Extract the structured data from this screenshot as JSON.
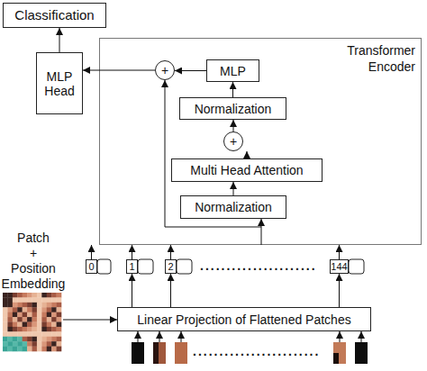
{
  "diagram": {
    "nodes": [
      {
        "text": [
          "Classification"
        ]
      },
      {
        "text": [
          "MLP Head"
        ]
      },
      {
        "text": [
          "Transformer Encoder"
        ]
      },
      {
        "text": [
          "+"
        ],
        "in": 2
      },
      {
        "text": [
          "MLP"
        ],
        "in": 2
      },
      {
        "text": [
          "Normalization"
        ],
        "in": 2
      },
      {
        "text": [
          "+"
        ],
        "in": 2
      },
      {
        "text": [
          "Multi Head Attention"
        ],
        "in": 2
      },
      {
        "text": [
          "Normalization"
        ],
        "in": 2
      },
      {
        "text": [
          "0"
        ]
      },
      {
        "text": [
          "1"
        ]
      },
      {
        "text": [
          "2"
        ]
      },
      {
        "text": [
          "144"
        ]
      },
      {
        "text": [
          "Linear Projection of Flattened Patches"
        ]
      }
    ],
    "edges": [
      {
        "from": 1,
        "to": 0,
        "arrow": "to"
      },
      {
        "from": 3,
        "to": 1,
        "arrow": "to"
      },
      {
        "from": 4,
        "to": 3,
        "arrow": "to"
      },
      {
        "from": 5,
        "to": 4,
        "arrow": "to"
      },
      {
        "from": 6,
        "to": 5,
        "arrow": "to"
      },
      {
        "from": 7,
        "to": 6,
        "arrow": "to"
      },
      {
        "from": 8,
        "to": 7,
        "arrow": "to"
      },
      {
        "from": 9,
        "to": 2,
        "arrow": "to"
      },
      {
        "from": 10,
        "to": 2,
        "arrow": "to"
      },
      {
        "from": 11,
        "to": 2,
        "arrow": "to"
      },
      {
        "from": 12,
        "to": 2,
        "arrow": "to"
      },
      {
        "from": 13,
        "to": 10,
        "arrow": "to"
      },
      {
        "from": 13,
        "to": 11,
        "arrow": "to"
      },
      {
        "from": 13,
        "to": 12,
        "arrow": "to"
      }
    ],
    "labels": [
      "Patch + Position Embedding",
      "......................",
      "........................"
    ]
  }
}
